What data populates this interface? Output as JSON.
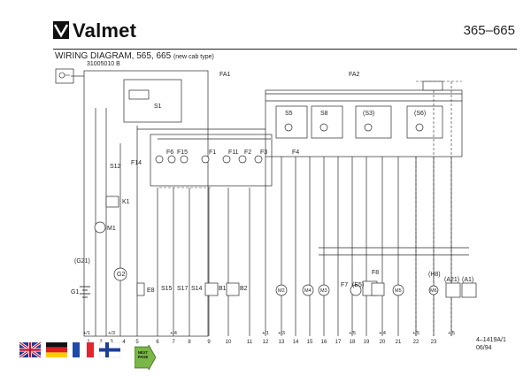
{
  "header": {
    "brand": "Valmet",
    "model_range": "365–665",
    "subtitle": "WIRING DIAGRAM, 565, 665",
    "subtitle_note": "(new cab type)"
  },
  "diagram": {
    "drawing_number": "31005010 B",
    "components": {
      "S1": "S1",
      "S12": "S12",
      "K1": "K1",
      "M1": "M1",
      "G1": "G1",
      "G2": "G2",
      "G21": "(G21)",
      "E8": "E8",
      "S15": "S15",
      "S17": "S17",
      "S14": "S14",
      "B1": "B1",
      "B2": "B2",
      "F14": "F14",
      "F6": "F6",
      "F15": "F15",
      "F1": "F1",
      "F11": "F11",
      "F2": "F2",
      "F3": "F3",
      "F4": "F4",
      "S5": "S5",
      "S8": "S8",
      "S3": "(S3)",
      "S6": "(S6)",
      "F7": "F7",
      "E5": "(E5)",
      "F8": "F8",
      "H8": "(H8)",
      "A21": "(A21)",
      "A1": "(A1)",
      "FA1": "FA1",
      "FA2": "FA2"
    },
    "motor_labels": {
      "M2": "M2",
      "M4": "M4",
      "M3": "M3",
      "M5": "M5",
      "M6": "M6"
    },
    "columns": [
      "1",
      "2",
      "3",
      "4",
      "5",
      "6",
      "7",
      "8",
      "9",
      "10",
      "11",
      "12",
      "13",
      "14",
      "15",
      "16",
      "17",
      "18",
      "19",
      "20",
      "21",
      "22",
      "23"
    ],
    "ground_refs": [
      "+/1",
      "+/3",
      "+/4",
      "+/1",
      "+/3",
      "+/5",
      "+/4",
      "+/5",
      "+/5"
    ]
  },
  "footer": {
    "next_page": "NEXT PAGE",
    "doc_number": "4–1419A/1",
    "doc_date": "06/94"
  },
  "colors": {
    "line": "#2a2a2a",
    "next_page_arrow": "#7ab648"
  }
}
